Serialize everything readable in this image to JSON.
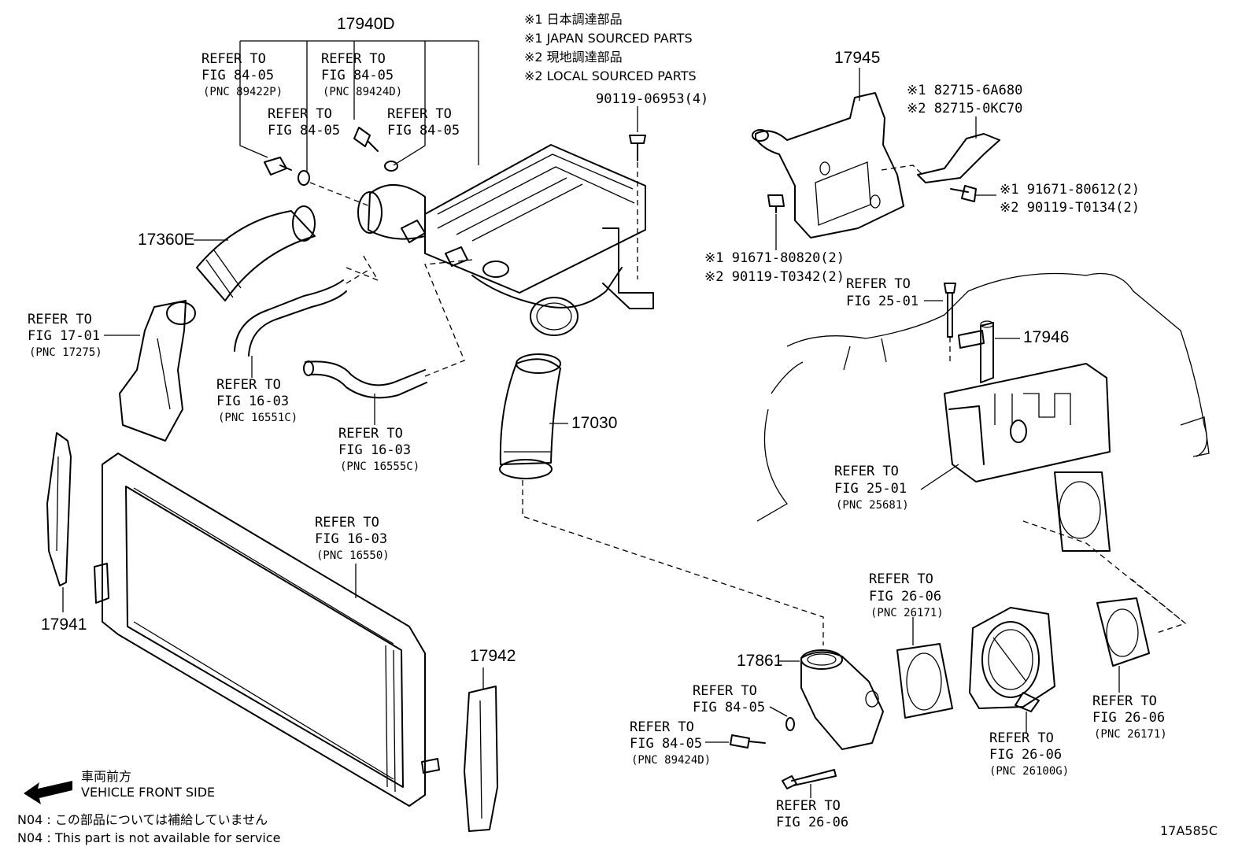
{
  "notes": {
    "n1_jp": "※1 日本調達部品",
    "n1_en": "※1 JAPAN SOURCED PARTS",
    "n2_jp": "※2 現地調達部品",
    "n2_en": "※2 LOCAL SOURCED PARTS"
  },
  "parts": {
    "p17940D": "17940D",
    "p17945": "17945",
    "p17360E": "17360E",
    "p17946": "17946",
    "p17030": "17030",
    "p17941": "17941",
    "p17942": "17942",
    "p17861": "17861"
  },
  "bolts": {
    "b1": "90119-06953(4)",
    "b2a": "※1 82715-6A680",
    "b2b": "※2 82715-0KC70",
    "b3a": "※1 91671-80612(2)",
    "b3b": "※2 90119-T0134(2)",
    "b4a": "※1 91671-80820(2)",
    "b4b": "※2 90119-T0342(2)"
  },
  "refs": {
    "r1": {
      "l1": "REFER TO",
      "l2": "FIG 84-05",
      "pnc": "(PNC 89422P)"
    },
    "r2": {
      "l1": "REFER TO",
      "l2": "FIG 84-05",
      "pnc": "(PNC 89424D)"
    },
    "r3": {
      "l1": "REFER TO",
      "l2": "FIG 84-05"
    },
    "r4": {
      "l1": "REFER TO",
      "l2": "FIG 84-05"
    },
    "r5": {
      "l1": "REFER TO",
      "l2": "FIG 17-01",
      "pnc": "(PNC 17275)"
    },
    "r6": {
      "l1": "REFER TO",
      "l2": "FIG 16-03",
      "pnc": "(PNC 16551C)"
    },
    "r7": {
      "l1": "REFER TO",
      "l2": "FIG 16-03",
      "pnc": "(PNC 16555C)"
    },
    "r8": {
      "l1": "REFER TO",
      "l2": "FIG 25-01"
    },
    "r9": {
      "l1": "REFER TO",
      "l2": "FIG 25-01",
      "pnc": "(PNC 25681)"
    },
    "r10": {
      "l1": "REFER TO",
      "l2": "FIG 16-03",
      "pnc": "(PNC 16550)"
    },
    "r11": {
      "l1": "REFER TO",
      "l2": "FIG 26-06",
      "pnc": "(PNC 26171)"
    },
    "r12": {
      "l1": "REFER TO",
      "l2": "FIG 84-05"
    },
    "r13": {
      "l1": "REFER TO",
      "l2": "FIG 84-05",
      "pnc": "(PNC 89424D)"
    },
    "r14": {
      "l1": "REFER TO",
      "l2": "FIG 26-06",
      "pnc": "(PNC 26100G)"
    },
    "r15": {
      "l1": "REFER TO",
      "l2": "FIG 26-06",
      "pnc": "(PNC 26171)"
    },
    "r16": {
      "l1": "REFER TO",
      "l2": "FIG 26-06"
    }
  },
  "footer": {
    "direction_jp": "車両前方",
    "direction_en": "VEHICLE FRONT SIDE",
    "n04_jp": "N04 : この部品については補給していません",
    "n04_en": "N04 : This part is not available for service",
    "code": "17A585C"
  }
}
